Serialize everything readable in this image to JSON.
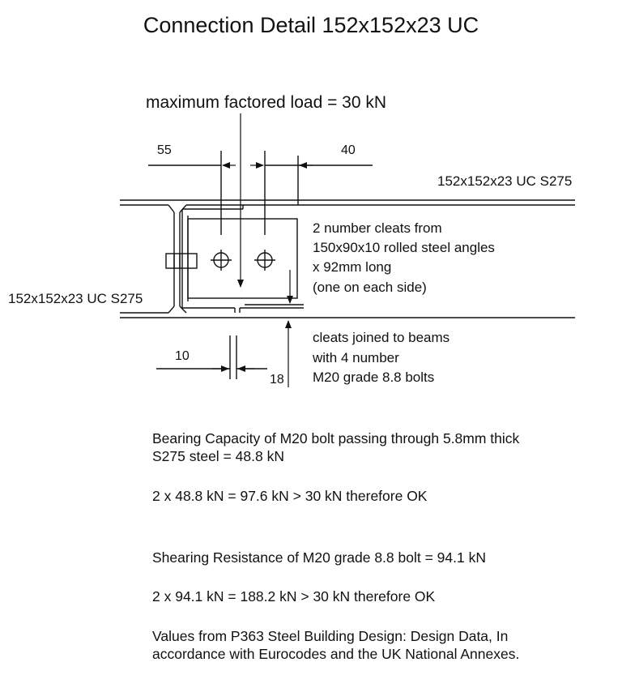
{
  "title": "Connection Detail 152x152x23 UC",
  "load_label": "maximum factored load = 30 kN",
  "dimensions": {
    "left_gap": "55",
    "right_gap": "40",
    "gap": "10",
    "depth": "18"
  },
  "labels": {
    "main_beam": "152x152x23 UC S275",
    "secondary_beam": "152x152x23 UC S275",
    "cleat_line1": "2 number cleats from",
    "cleat_line2": "150x90x10 rolled steel angles",
    "cleat_line3": "x 92mm long",
    "cleat_line4": "(one on each side)",
    "bolt_line1": "cleats joined to beams",
    "bolt_line2": "with 4 number",
    "bolt_line3": "M20 grade 8.8 bolts"
  },
  "notes": {
    "bearing_line1": "Bearing Capacity of M20 bolt passing through 5.8mm thick",
    "bearing_line2": "S275 steel = 48.8 kN",
    "bearing_check": "2 x 48.8 kN = 97.6 kN > 30 kN therefore OK",
    "shear_line": "Shearing Resistance of M20 grade 8.8 bolt = 94.1 kN",
    "shear_check": "2 x 94.1 kN = 188.2 kN > 30 kN therefore OK",
    "ref_line1": "Values from P363 Steel Building Design: Design Data, In",
    "ref_line2": "accordance with Eurocodes and the UK National Annexes."
  }
}
